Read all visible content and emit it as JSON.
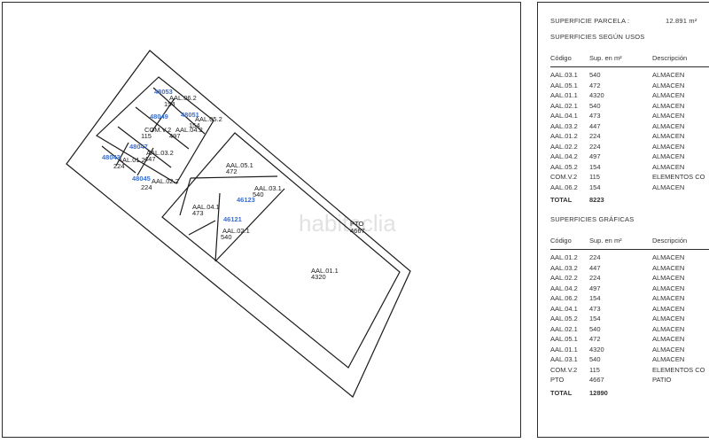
{
  "watermark": "habitaclia",
  "plan": {
    "parcel_label": "PTO",
    "parcel_area": "4667",
    "rooms": [
      {
        "code": "AAL.06.2",
        "area": "154"
      },
      {
        "code": "AAL.05.2",
        "area": "154"
      },
      {
        "code": "AAL.04.2",
        "area": "497"
      },
      {
        "code": "COM.V.2",
        "area": "115"
      },
      {
        "code": "AAL.03.2",
        "area": "447"
      },
      {
        "code": "AAL.01.2",
        "area": "224"
      },
      {
        "code": "AAL.02.2",
        "area": "224"
      },
      {
        "code": "AAL.05.1",
        "area": "472"
      },
      {
        "code": "AAL.03.1",
        "area": "540"
      },
      {
        "code": "AAL.04.1",
        "area": "473"
      },
      {
        "code": "AAL.02.1",
        "area": "540"
      },
      {
        "code": "AAL.01.1",
        "area": "4320"
      }
    ],
    "ids": [
      "48053",
      "48049",
      "48051",
      "48047",
      "48043",
      "48045",
      "46123",
      "46121"
    ]
  },
  "summary": {
    "parcel_surface_label": "SUPERFICIE PARCELA :",
    "parcel_surface_value": "12.891 m²"
  },
  "uses": {
    "title": "SUPERFICIES SEGÚN USOS",
    "headers": [
      "Código",
      "Sup. en m²",
      "Descripción"
    ],
    "rows": [
      [
        "AAL.03.1",
        "540",
        "ALMACEN"
      ],
      [
        "AAL.05.1",
        "472",
        "ALMACEN"
      ],
      [
        "AAL.01.1",
        "4320",
        "ALMACEN"
      ],
      [
        "AAL.02.1",
        "540",
        "ALMACEN"
      ],
      [
        "AAL.04.1",
        "473",
        "ALMACEN"
      ],
      [
        "AAL.03.2",
        "447",
        "ALMACEN"
      ],
      [
        "AAL.01.2",
        "224",
        "ALMACEN"
      ],
      [
        "AAL.02.2",
        "224",
        "ALMACEN"
      ],
      [
        "AAL.04.2",
        "497",
        "ALMACEN"
      ],
      [
        "AAL.05.2",
        "154",
        "ALMACEN"
      ],
      [
        "COM.V.2",
        "115",
        "ELEMENTOS CO"
      ],
      [
        "AAL.06.2",
        "154",
        "ALMACEN"
      ]
    ],
    "total_label": "TOTAL",
    "total_value": "8223"
  },
  "graphic": {
    "title": "SUPERFICIES GRÁFICAS",
    "headers": [
      "Código",
      "Sup. en m²",
      "Descripción"
    ],
    "rows": [
      [
        "AAL.01.2",
        "224",
        "ALMACEN"
      ],
      [
        "AAL.03.2",
        "447",
        "ALMACEN"
      ],
      [
        "AAL.02.2",
        "224",
        "ALMACEN"
      ],
      [
        "AAL.04.2",
        "497",
        "ALMACEN"
      ],
      [
        "AAL.06.2",
        "154",
        "ALMACEN"
      ],
      [
        "AAL.04.1",
        "473",
        "ALMACEN"
      ],
      [
        "AAL.05.2",
        "154",
        "ALMACEN"
      ],
      [
        "AAL.02.1",
        "540",
        "ALMACEN"
      ],
      [
        "AAL.05.1",
        "472",
        "ALMACEN"
      ],
      [
        "AAL.01.1",
        "4320",
        "ALMACEN"
      ],
      [
        "AAL.03.1",
        "540",
        "ALMACEN"
      ],
      [
        "COM.V.2",
        "115",
        "ELEMENTOS CO"
      ],
      [
        "PTO",
        "4667",
        "PATIO"
      ]
    ],
    "total_label": "TOTAL",
    "total_value": "12890"
  }
}
